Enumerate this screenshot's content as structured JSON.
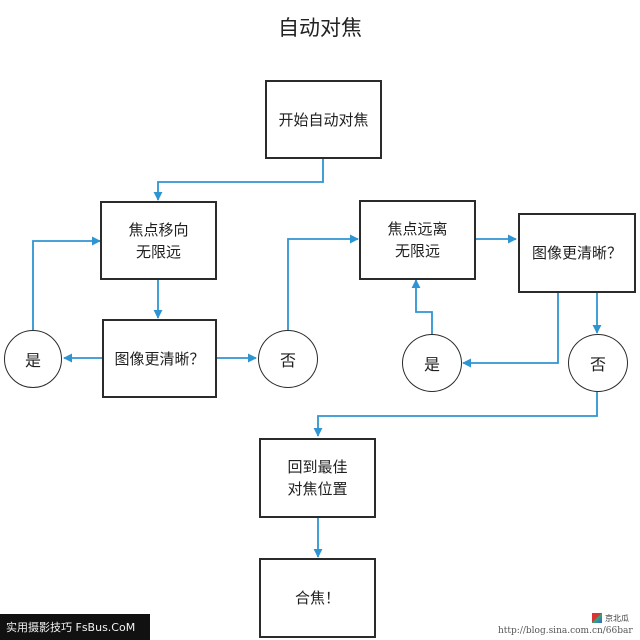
{
  "title": "自动对焦",
  "colors": {
    "arrow": "#2e95d2",
    "border": "#2b2b2b"
  },
  "nodes": {
    "start": "开始自动对焦",
    "move_infinity": "焦点移向\n无限远",
    "clear_left": "图像更清晰？",
    "yes_left": "是",
    "no_left": "否",
    "move_away": "焦点远离\n无限远",
    "clear_right": "图像更清晰？",
    "yes_right": "是",
    "no_right": "否",
    "return_best": "回到最佳\n对焦位置",
    "focused": "合焦！"
  },
  "watermarks": {
    "left": "实用摄影技巧 FsBus.CoM",
    "url": "http://blog.sina.com.cn/66bar",
    "right": "京北瓜"
  }
}
